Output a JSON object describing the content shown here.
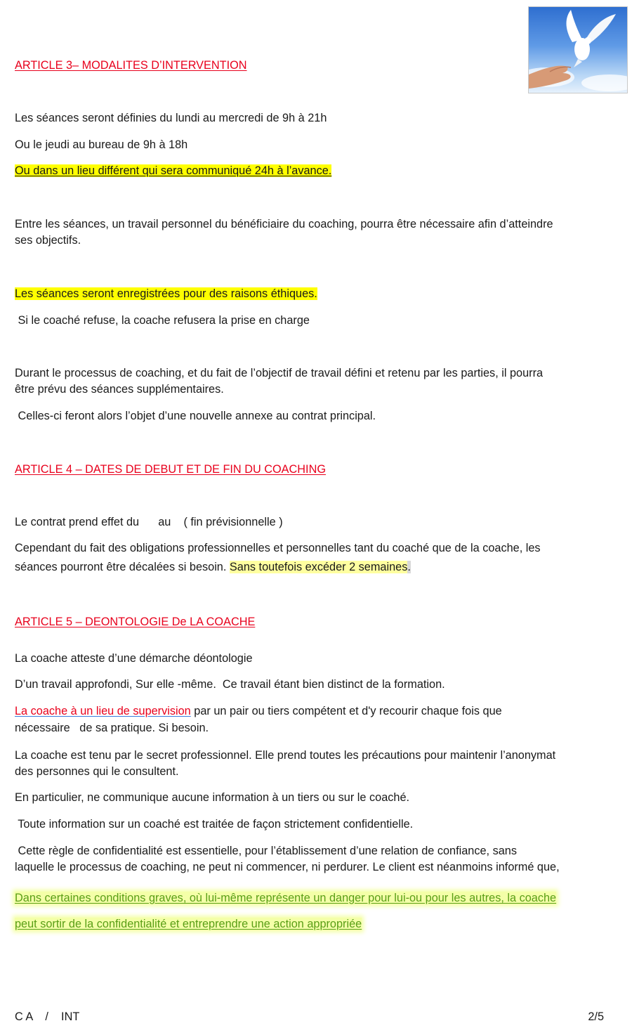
{
  "article3": {
    "heading": "ARTICLE 3– MODALITES D’INTERVENTION",
    "lines": [
      "Les séances seront définies du lundi au mercredi de 9h à 21h",
      "Ou le jeudi au bureau de 9h à 18h",
      "Ou dans un lieu différent qui sera communiqué 24h à l’avance.",
      "Entre les séances, un travail personnel du bénéficiaire du coaching, pourra être nécessaire afin d’atteindre",
      "ses objectifs.",
      "Les séances seront enregistrées pour des raisons éthiques.",
      " Si le coaché refuse, la coache refusera la prise en charge",
      "Durant le processus de coaching, et du fait de l’objectif de travail défini et retenu par les parties, il pourra",
      "être prévu des séances supplémentaires.",
      " Celles-ci feront alors l’objet d’une nouvelle annexe au contrat principal."
    ]
  },
  "article4": {
    "heading": "ARTICLE 4 – DATES DE DEBUT ET DE FIN DU COACHING",
    "line1": "Le contrat prend effet du      au    ( fin prévisionnelle )",
    "line2": "Cependant du fait des obligations professionnelles et personnelles tant du coaché que de la coache, les",
    "line3_start": "séances pourront être décalées si besoin. ",
    "line3_highlight": "Sans toutefois excéder 2 semaines",
    "line3_end": "."
  },
  "article5": {
    "heading": "ARTICLE  5 – DEONTOLOGIE De LA COACHE",
    "lines": [
      "La coache atteste d’une démarche déontologie",
      "D’un travail approfondi, Sur elle -même.  Ce travail étant bien distinct de la formation."
    ],
    "supervision_link": "La coache à un lieu de supervision",
    "supervision_rest": " par un pair ou tiers compétent et d'y recourir chaque fois que",
    "supervision_line2": "nécessaire   de sa pratique. Si besoin.",
    "more_lines": [
      "La coache est tenu par le secret professionnel. Elle prend toutes les précautions pour maintenir l’anonymat",
      "des personnes qui le consultent.",
      "En particulier, ne communique aucune information à un tiers ou sur le coaché.",
      " Toute information sur un coaché est traitée de façon strictement confidentielle.",
      " Cette règle de confidentialité est essentielle, pour l’établissement d’une relation de confiance, sans",
      "laquelle le processus de coaching, ne peut ni commencer, ni perdurer. Le client est néanmoins informé que,"
    ],
    "green_lines": [
      "Dans certaines conditions graves, où lui-même représente un danger pour lui-ou pour les autres, la coache",
      "peut sortir de la confidentialité et entreprendre une action appropriée"
    ]
  },
  "footer": {
    "left": "C A    /    INT",
    "right": "2/5"
  },
  "image": {
    "icon": "dove-hands-icon"
  }
}
